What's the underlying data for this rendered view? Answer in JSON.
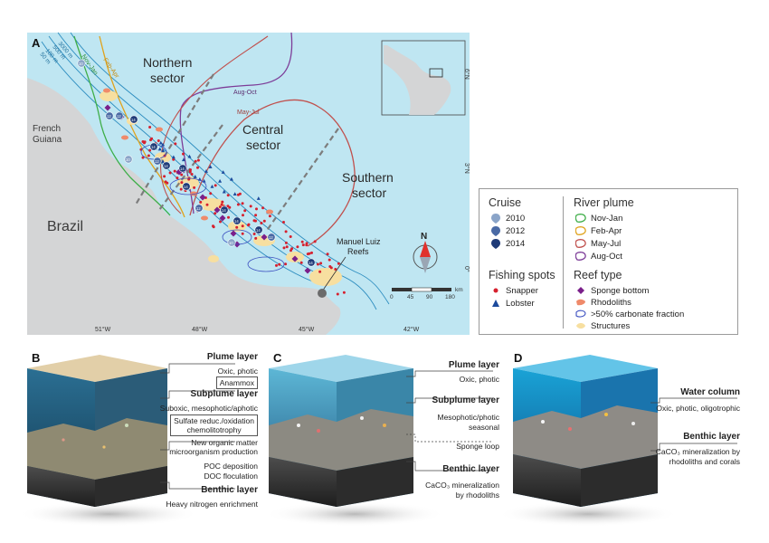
{
  "panel_a": {
    "letter": "A",
    "sectors": {
      "northern": [
        "Northern",
        "sector"
      ],
      "central": [
        "Central",
        "sector"
      ],
      "southern": [
        "Southern",
        "sector"
      ]
    },
    "land_labels": {
      "french_guiana": [
        "French",
        "Guiana"
      ],
      "brazil": "Brazil"
    },
    "reef_label": [
      "Manuel Luiz",
      "Reefs"
    ],
    "isobaths": [
      "3000 m",
      "500 m",
      "100 m",
      "50 m"
    ],
    "plume_labels": {
      "feb_apr": "Feb-Apr",
      "nov_jan": "Nov-Jan",
      "aug_oct": "Aug-Oct",
      "may_jul": "May-Jul"
    },
    "lon_ticks": [
      "51°W",
      "48°W",
      "45°W",
      "42°W"
    ],
    "lat_ticks": [
      "6°N",
      "3°N",
      "0°"
    ],
    "north_arrow": "N",
    "scale": {
      "ticks": [
        "0",
        "45",
        "90",
        "180"
      ],
      "unit": "km"
    },
    "cruise_years": [
      "10",
      "12",
      "14"
    ]
  },
  "legend": {
    "cruise": {
      "title": "Cruise",
      "items": [
        "2010",
        "2012",
        "2014"
      ]
    },
    "river_plume": {
      "title": "River plume",
      "items": [
        "Nov-Jan",
        "Feb-Apr",
        "May-Jul",
        "Aug-Oct"
      ]
    },
    "fishing": {
      "title": "Fishing spots",
      "items": [
        "Snapper",
        "Lobster"
      ]
    },
    "reef": {
      "title": "Reef type",
      "items": [
        "Sponge bottom",
        "Rhodoliths",
        ">50% carbonate fraction",
        "Structures"
      ]
    }
  },
  "panel_b": {
    "letter": "B",
    "plume_layer": "Plume layer",
    "oxic_photic": "Oxic, photic",
    "anammox": "Anammox",
    "subplume_layer": "Subplume layer",
    "suboxic": "Suboxic, mesophotic/aphotic",
    "sulfate_1": "Sulfate reduc./oxidation",
    "sulfate_2": "chemolitotrophy",
    "new_om_1": "New organic matter",
    "new_om_2": "microorganism production",
    "poc": "POC deposition",
    "doc": "DOC floculation",
    "benthic_layer": "Benthic layer",
    "heavy_n": "Heavy nitrogen enrichment"
  },
  "panel_c": {
    "letter": "C",
    "plume_layer": "Plume layer",
    "oxic_photic": "Oxic, photic",
    "subplume_layer": "Subplume layer",
    "meso_1": "Mesophotic/photic",
    "meso_2": "seasonal",
    "sponge_loop": "Sponge loop",
    "benthic_layer": "Benthic layer",
    "caco3_1": "CaCO₃ mineralization",
    "caco3_2": "by rhodoliths"
  },
  "panel_d": {
    "letter": "D",
    "water_column": "Water column",
    "oxic": "Oxic, photic, oligotrophic",
    "benthic_layer": "Benthic layer",
    "caco3_1": "CaCO₃ mineralization by",
    "caco3_2": "rhodoliths and corals"
  },
  "colors": {
    "ocean": "#bfe6f2",
    "land": "#d4d5d6",
    "reef_sand": "#f7dfa0",
    "nov_jan": "#3fae49",
    "feb_apr": "#e0a31d",
    "may_jul": "#c0504d",
    "aug_oct": "#7d3c98",
    "cruise_2010": "#8aa4c8",
    "cruise_2012": "#4a6aa5",
    "cruise_2014": "#1f3b78",
    "snapper": "#d6202e",
    "lobster": "#1c4a9c",
    "sponge": "#7a1f8a",
    "rhodolith": "#ef8a6a"
  }
}
